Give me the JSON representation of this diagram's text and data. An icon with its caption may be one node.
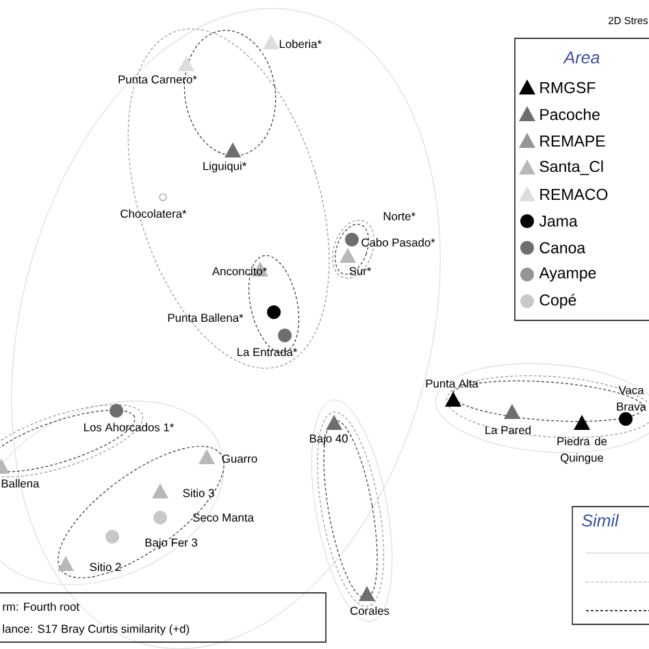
{
  "diagram": {
    "labels": [
      "2D Stres",
      "Loberia*",
      "Punta Carnero*",
      "Area",
      "Liguiqui*",
      "Chocolatera*",
      "Norte*",
      "Cabo Pasado*",
      "Anconcito*",
      "Sur*",
      "Punta Ballena*",
      "La Entrada*",
      "Punta Alta",
      "Vaca Brava",
      "La Pared",
      "Piedra de Quingue",
      "Los Ahorcados 1*",
      "Bajo 40",
      "Guarro",
      "Ballena",
      "Sitio 3",
      "Seco Manta",
      "Bajo Fer 3",
      "Sitio 2",
      "Simil",
      "rm: Fourth root",
      "lance: S17 Bray Curtis similarity (+d)",
      "Corales"
    ],
    "legend": [
      {
        "text": "RMGSF"
      },
      {
        "text": "Pacoche"
      },
      {
        "text": "REMAPE"
      },
      {
        "text": "Santa_Cl"
      },
      {
        "text": "REMACO"
      },
      {
        "text": "Jama"
      },
      {
        "text": "Canoa"
      },
      {
        "text": "Ayampe"
      },
      {
        "text": "Copé"
      }
    ]
  }
}
